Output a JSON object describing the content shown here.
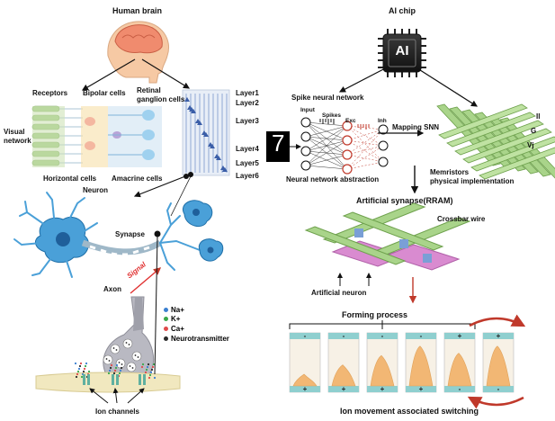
{
  "brain": {
    "title": "Human brain"
  },
  "retina": {
    "receptors": "Receptors",
    "bipolar": "Bipolar cells",
    "ganglion_l1": "Retinal",
    "ganglion_l2": "ganglion cells",
    "visual_l1": "Visual",
    "visual_l2": "network",
    "horizontal": "Horizontal cells",
    "amacrine": "Amacrine cells"
  },
  "cortex": {
    "layers": [
      "Layer1",
      "Layer2",
      "Layer3",
      "Layer4",
      "Layer5",
      "Layer6"
    ]
  },
  "neuron": {
    "title": "Neuron",
    "synapse": "Synapse",
    "axon": "Axon",
    "signal": "Signal",
    "ion_channels": "Ion channels"
  },
  "ions": [
    {
      "label": "Na+",
      "color": "#3a7fd0"
    },
    {
      "label": "K+",
      "color": "#39a84a"
    },
    {
      "label": "Ca+",
      "color": "#e04a4a"
    },
    {
      "label": "Neurotransmitter",
      "color": "#2a2a2a"
    }
  ],
  "ai": {
    "chip_title": "AI chip",
    "chip_text": "AI",
    "snn_title": "Spike neural network",
    "input": "Input",
    "spikes": "Spikes",
    "exc": "Exc",
    "inh": "Inh",
    "digit": "7",
    "abstraction": "Neural network abstraction",
    "mapping": "Mapping SNN",
    "il": "Il",
    "g": "G",
    "vj": "Vj",
    "memristors_l1": "Memristors",
    "memristors_l2": "physical implementation",
    "synapse_rram": "Artificial synapse(RRAM)",
    "crossbar": "Crossbar wire",
    "art_neuron": "Artificial neuron",
    "forming": "Forming process",
    "switching": "Ion movement associated switching"
  },
  "cells": [
    {
      "top": "-",
      "bottom": "+",
      "fill": 0.25
    },
    {
      "top": "-",
      "bottom": "+",
      "fill": 0.45
    },
    {
      "top": "-",
      "bottom": "+",
      "fill": 0.65
    },
    {
      "top": "-",
      "bottom": "+",
      "fill": 0.85
    },
    {
      "top": "+",
      "bottom": "-",
      "fill": 0.7
    },
    {
      "top": "+",
      "bottom": "-",
      "fill": 0.85
    }
  ],
  "colors": {
    "neuron_blue": "#4aa0d8",
    "crossbar_green": "#a9d48a",
    "rram_pink": "#d98bd0",
    "filament_orange": "#f2b774",
    "electrode_teal": "#8fcfcf",
    "red_arrow": "#c0392b"
  }
}
